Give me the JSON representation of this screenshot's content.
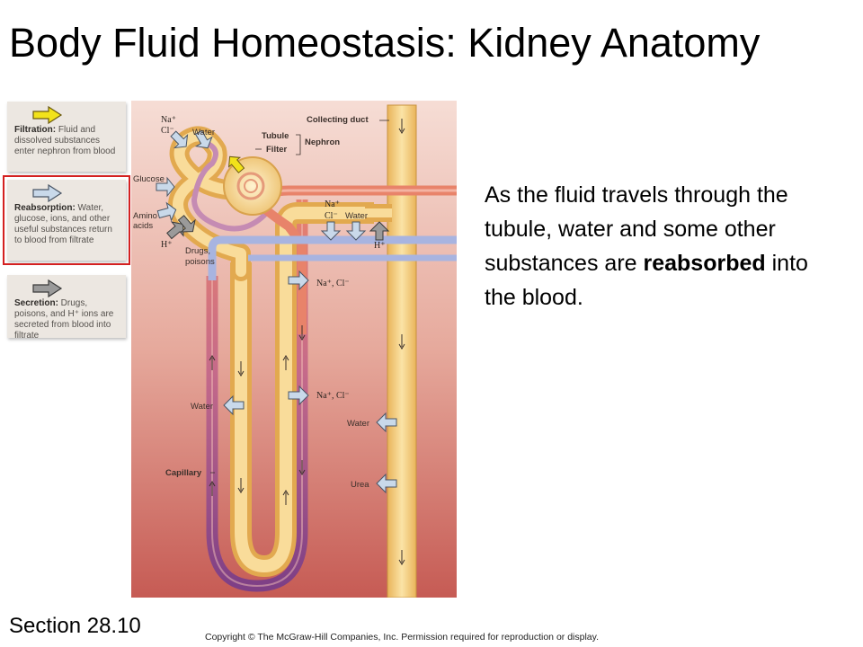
{
  "slide": {
    "title": "Body Fluid Homeostasis: Kidney Anatomy",
    "body_text_pre": "As the fluid travels through the tubule, water and some other substances are ",
    "body_text_bold": "reabsorbed",
    "body_text_post": " into the blood.",
    "section": "Section 28.10",
    "copyright": "Copyright © The McGraw-Hill Companies, Inc. Permission required for reproduction or display."
  },
  "legend": {
    "filtration": {
      "term": "Filtration:",
      "text": " Fluid and dissolved substances enter nephron from blood",
      "arrow_color": "#f2e21a"
    },
    "reabsorption": {
      "term": "Reabsorption:",
      "text": " Water, glucose, ions, and other useful substances return to blood from filtrate",
      "arrow_color": "#c9d9ea",
      "highlighted": true,
      "highlight_color": "#d42020"
    },
    "secretion": {
      "term": "Secretion:",
      "text": " Drugs, poisons, and H⁺ ions are secreted from blood into filtrate",
      "arrow_color": "#9a9a9a"
    }
  },
  "figure": {
    "labels": {
      "na_top": "Na⁺",
      "cl_top": "Cl⁻",
      "water_top": "Water",
      "collecting_duct": "Collecting duct",
      "tubule": "Tubule",
      "filter": "Filter",
      "nephron": "Nephron",
      "glucose": "Glucose",
      "amino": "Amino",
      "acids": "acids",
      "h_left": "H⁺",
      "drugs": "Drugs,",
      "poisons": "poisons",
      "na_mid": "Na⁺",
      "cl_mid": "Cl⁻",
      "water_mid": "Water",
      "h_right": "H⁺",
      "nacl_1": "Na⁺, Cl⁻",
      "nacl_2": "Na⁺, Cl⁻",
      "water_left": "Water",
      "water_right": "Water",
      "capillary": "Capillary",
      "urea": "Urea"
    },
    "colors": {
      "tubule": "#f0c86a",
      "blood_arterial": "#e8836a",
      "blood_venous": "#9aa6d6",
      "vasa_purple": "#8a4a8e",
      "background_top": "#f4d7cf",
      "background_bottom": "#c9605a"
    }
  }
}
